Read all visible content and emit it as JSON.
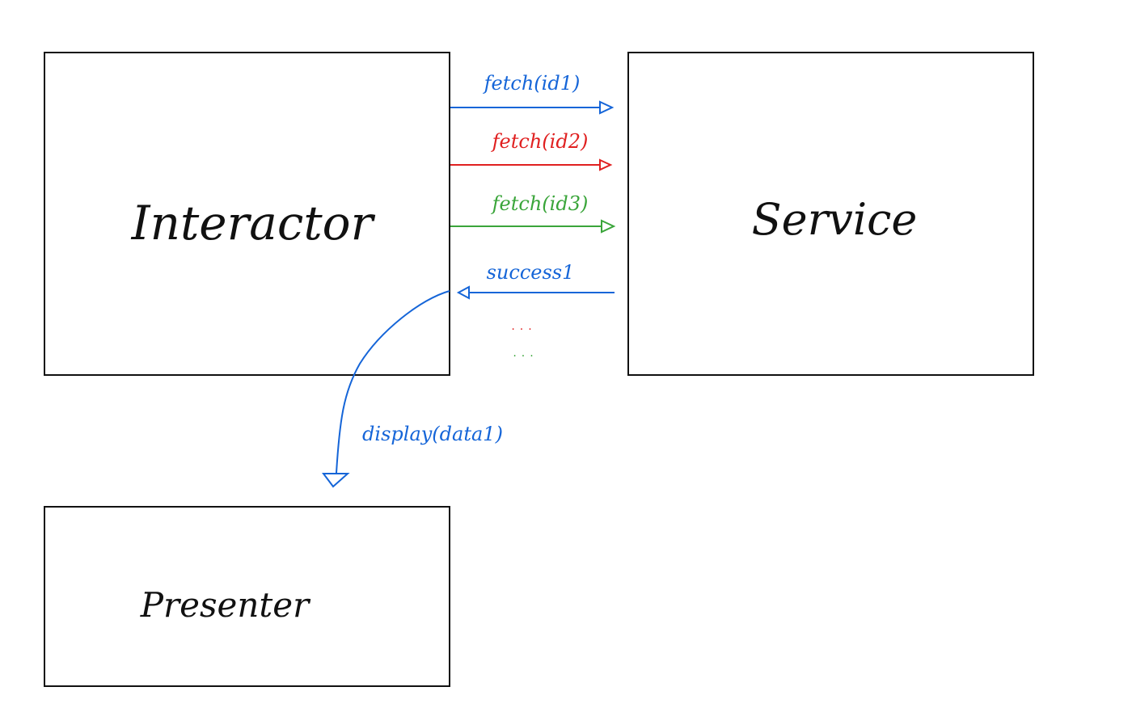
{
  "colors": {
    "box_stroke": "#111111",
    "blue": "#1565d8",
    "red": "#e02020",
    "green": "#3aa53a"
  },
  "nodes": {
    "interactor": {
      "label": "Interactor"
    },
    "service": {
      "label": "Service"
    },
    "presenter": {
      "label": "Presenter"
    }
  },
  "edges": {
    "fetch1": {
      "label": "fetch(id1)",
      "from": "Interactor",
      "to": "Service",
      "color": "blue"
    },
    "fetch2": {
      "label": "fetch(id2)",
      "from": "Interactor",
      "to": "Service",
      "color": "red"
    },
    "fetch3": {
      "label": "fetch(id3)",
      "from": "Interactor",
      "to": "Service",
      "color": "green"
    },
    "success1": {
      "label": "success1",
      "from": "Service",
      "to": "Interactor",
      "color": "blue"
    },
    "display": {
      "label": "display(data1)",
      "from": "Interactor",
      "to": "Presenter",
      "color": "blue"
    }
  },
  "ellipsis": {
    "red": "...",
    "green": "..."
  }
}
